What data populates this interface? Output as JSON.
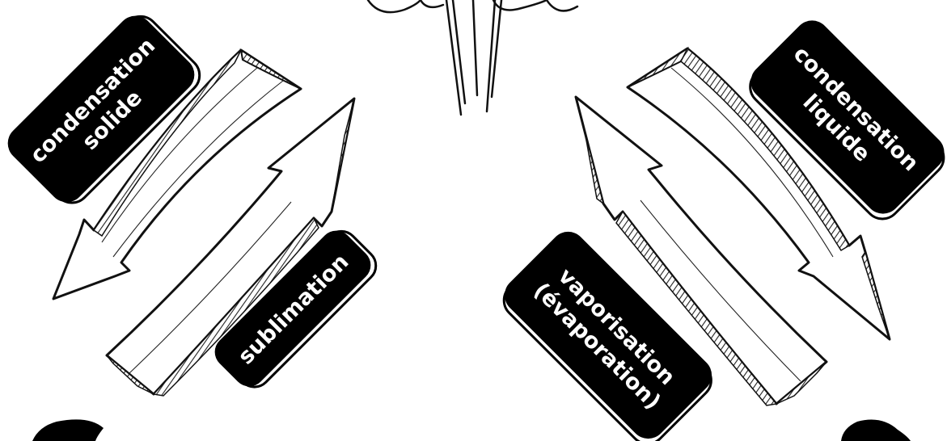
{
  "labels": {
    "condensation_solide": [
      "condensation",
      "solide"
    ],
    "sublimation": [
      "sublimation"
    ],
    "condensation_liquide": [
      "condensation",
      "liquide"
    ],
    "vaporisation": [
      "vaporisation",
      "(évaporation)"
    ]
  },
  "colors": {
    "label_background": "#000000",
    "label_text": "#ffffff",
    "arrow_fill": "#ffffff",
    "arrow_outline": "#111111"
  },
  "icons": {
    "arrows": "hand-drawn-curved-double-arrows",
    "top_sketch": "steam-cloud-sketch",
    "bottom_blobs": "black-blob-shapes"
  }
}
